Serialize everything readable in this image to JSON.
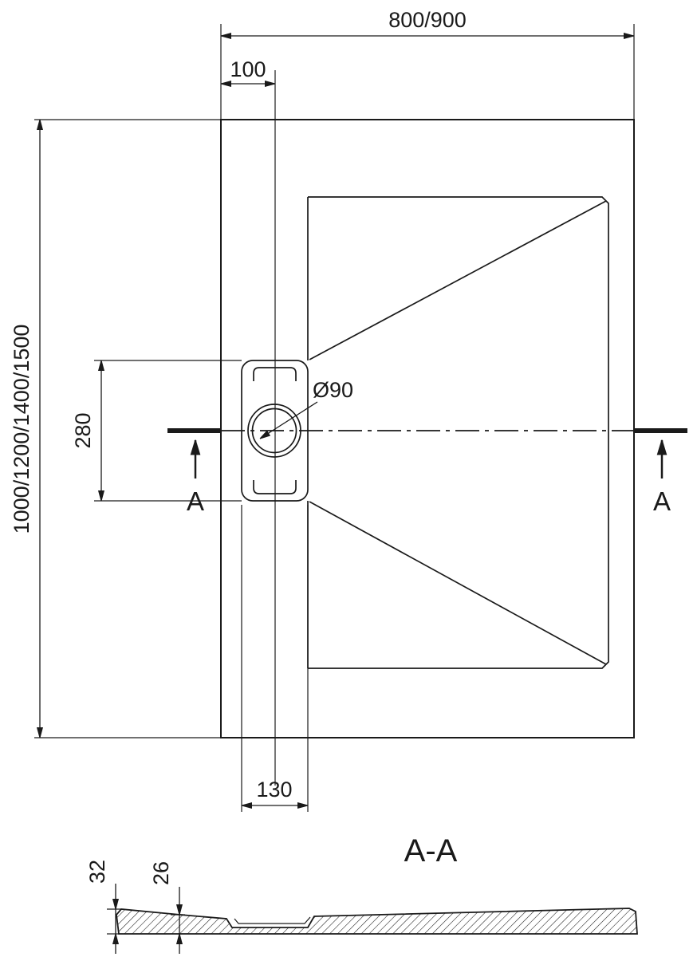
{
  "drawing": {
    "colors": {
      "line": "#1a1a1a",
      "background": "#ffffff"
    },
    "top_view": {
      "dim_width": "800/900",
      "dim_drain_offset": "100",
      "dim_length": "1000/1200/1400/1500",
      "dim_drain_zone": "280",
      "dim_drain_diameter": "Ø90",
      "dim_drain_channel": "130",
      "section_marker_left": "A",
      "section_marker_right": "A"
    },
    "section_view": {
      "title": "A-A",
      "dim_total_thickness": "32",
      "dim_inner_thickness": "26"
    }
  }
}
